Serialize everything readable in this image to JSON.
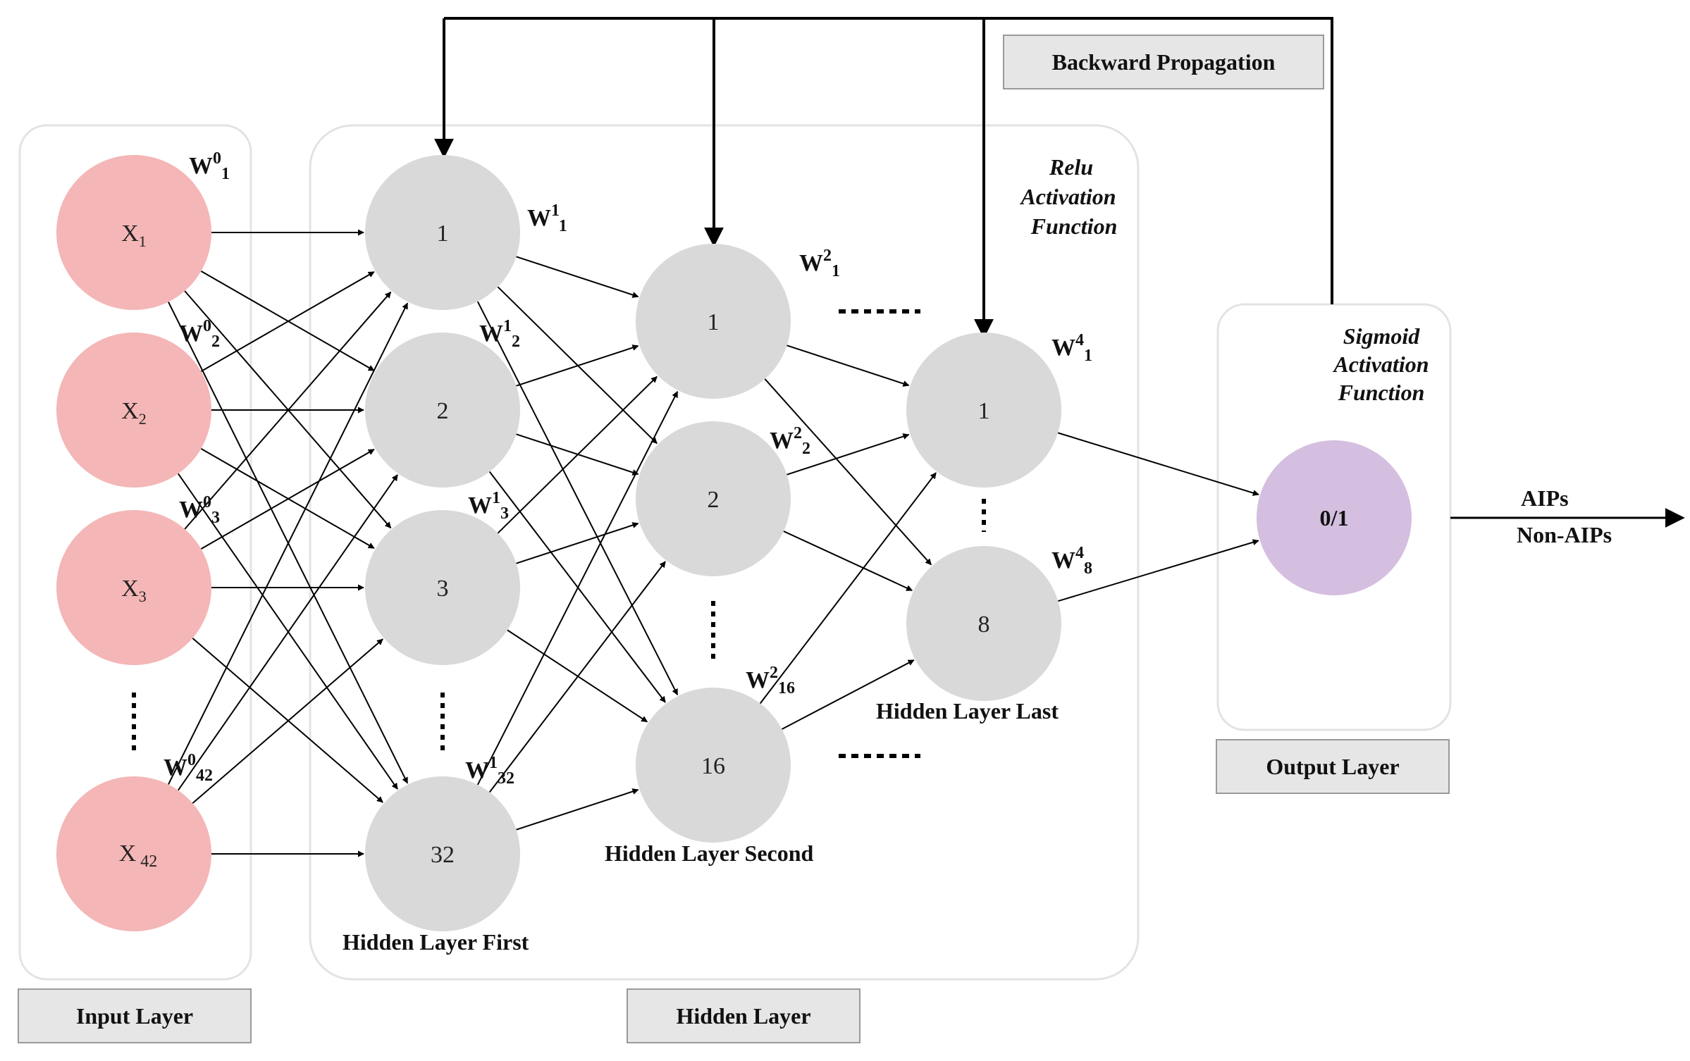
{
  "input_layer": {
    "box_label": "Input Layer",
    "nodes": [
      {
        "label": "X",
        "sub": "1"
      },
      {
        "label": "X",
        "sub": "2"
      },
      {
        "label": "X",
        "sub": "3"
      },
      {
        "label": "X",
        "sub": " 42"
      }
    ],
    "weights": [
      {
        "base": "W",
        "sup": "0",
        "sub": "1"
      },
      {
        "base": "W",
        "sup": "0",
        "sub": "2"
      },
      {
        "base": "W",
        "sup": "0",
        "sub": "3"
      },
      {
        "base": "W",
        "sup": "0",
        "sub": "42"
      }
    ]
  },
  "hidden_layer": {
    "box_label": "Hidden Layer",
    "first": {
      "title": "Hidden Layer First",
      "nodes": [
        "1",
        "2",
        "3",
        "32"
      ],
      "weights": [
        {
          "base": "W",
          "sup": "1",
          "sub": "1"
        },
        {
          "base": "W",
          "sup": "1",
          "sub": "2"
        },
        {
          "base": "W",
          "sup": "1",
          "sub": "3"
        },
        {
          "base": "W",
          "sup": "1",
          "sub": "32"
        }
      ]
    },
    "second": {
      "title": "Hidden Layer Second",
      "nodes": [
        "1",
        "2",
        "16"
      ],
      "weights": [
        {
          "base": "W",
          "sup": "2",
          "sub": "1"
        },
        {
          "base": "W",
          "sup": "2",
          "sub": "2"
        },
        {
          "base": "W",
          "sup": "2",
          "sub": "16"
        }
      ]
    },
    "last": {
      "title": "Hidden Layer Last",
      "nodes": [
        "1",
        "8"
      ],
      "weights": [
        {
          "base": "W",
          "sup": "4",
          "sub": "1"
        },
        {
          "base": "W",
          "sup": "4",
          "sub": "8"
        }
      ]
    },
    "activation_lines": [
      "Relu",
      "Activation",
      "Function"
    ]
  },
  "output_layer": {
    "box_label": "Output Layer",
    "node": "0/1",
    "activation_lines": [
      "Sigmoid",
      "Activation",
      "Function"
    ],
    "outputs": [
      "AIPs",
      "Non-AIPs"
    ]
  },
  "backward_propagation": {
    "label": "Backward Propagation"
  },
  "colors": {
    "input_node": "#f4b6b6",
    "hidden_node": "#d9d9d9",
    "output_node": "#d4bfe0",
    "box_fill": "#e6e6e6",
    "panel_border": "#e3e3e3"
  }
}
